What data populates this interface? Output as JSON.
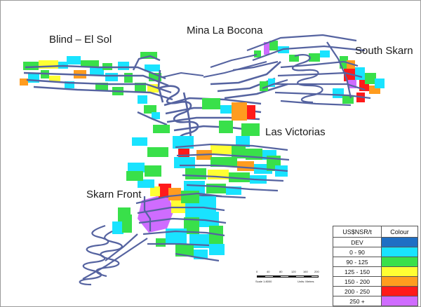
{
  "labels": {
    "blind_el_sol": "Blind – El Sol",
    "mina_la_bocona": "Mina La Bocona",
    "south_skarn": "South Skarn",
    "las_victorias": "Las Victorias",
    "skarn_front": "Skarn Front"
  },
  "scale_bar": {
    "ticks": [
      "0",
      "40",
      "80",
      "120",
      "160",
      "200"
    ],
    "scale_text": "Scale 1:8000",
    "units_text": "Units: Metres"
  },
  "legend": {
    "header_value": "US$NSR/t",
    "header_colour": "Colour",
    "rows": [
      {
        "label": "DEV",
        "color": "#1f6fc4"
      },
      {
        "label": "0 - 90",
        "color": "#19e3ff"
      },
      {
        "label": "90 - 125",
        "color": "#39e04a"
      },
      {
        "label": "125 - 150",
        "color": "#ffff33"
      },
      {
        "label": "150 - 200",
        "color": "#ff9c1f"
      },
      {
        "label": "200 - 250",
        "color": "#ff1a1a"
      },
      {
        "label": "250 +",
        "color": "#cf6cff"
      }
    ]
  },
  "colors": {
    "development": "#5563a0",
    "class_0_90": "#19e3ff",
    "class_90_125": "#39e04a",
    "class_125_150": "#ffff33",
    "class_150_200": "#ff9c1f",
    "class_200_250": "#ff1a1a",
    "class_250_plus": "#cf6cff"
  }
}
